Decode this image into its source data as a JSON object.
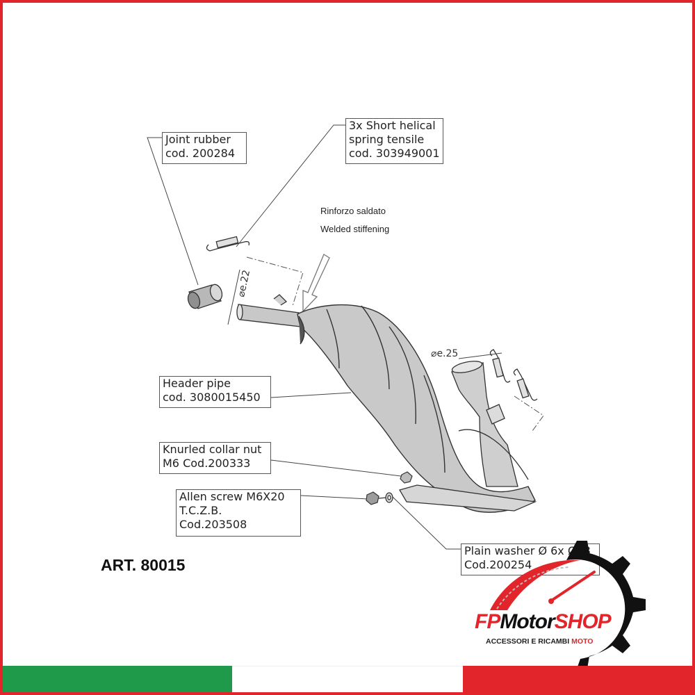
{
  "article": "ART. 80015",
  "note": {
    "line1": "Rinforzo saldato",
    "line2": "Welded stiffening"
  },
  "dimensions": {
    "inlet_diameter": "e.22",
    "outlet_diameter": "e.25"
  },
  "callouts": {
    "joint_rubber": {
      "name": "Joint rubber",
      "code": "cod. 200284"
    },
    "spring": {
      "line1": "3x Short helical",
      "line2": "spring tensile",
      "code": "cod. 303949001"
    },
    "header_pipe": {
      "name": "Header pipe",
      "code": "cod. 3080015450"
    },
    "collar_nut": {
      "name": "Knurled collar nut",
      "code": "M6 Cod.200333"
    },
    "allen_screw": {
      "name": "Allen screw M6X20",
      "line2": "T.C.Z.B.",
      "code": "Cod.203508"
    },
    "washer": {
      "name": "Plain washer Ø 6x Ø18",
      "code": "Cod.200254"
    }
  },
  "logo": {
    "brand_fp": "FP",
    "brand_motor": "Motor",
    "brand_shop": "SHOP",
    "tagline": "ACCESSORI E RICAMBI",
    "tagline_accent": "MOTO"
  },
  "colors": {
    "accent_red": "#e2252b",
    "flag_green": "#1f9a4b",
    "flag_white": "#ffffff",
    "flag_red": "#e2252b",
    "line": "#444444"
  }
}
